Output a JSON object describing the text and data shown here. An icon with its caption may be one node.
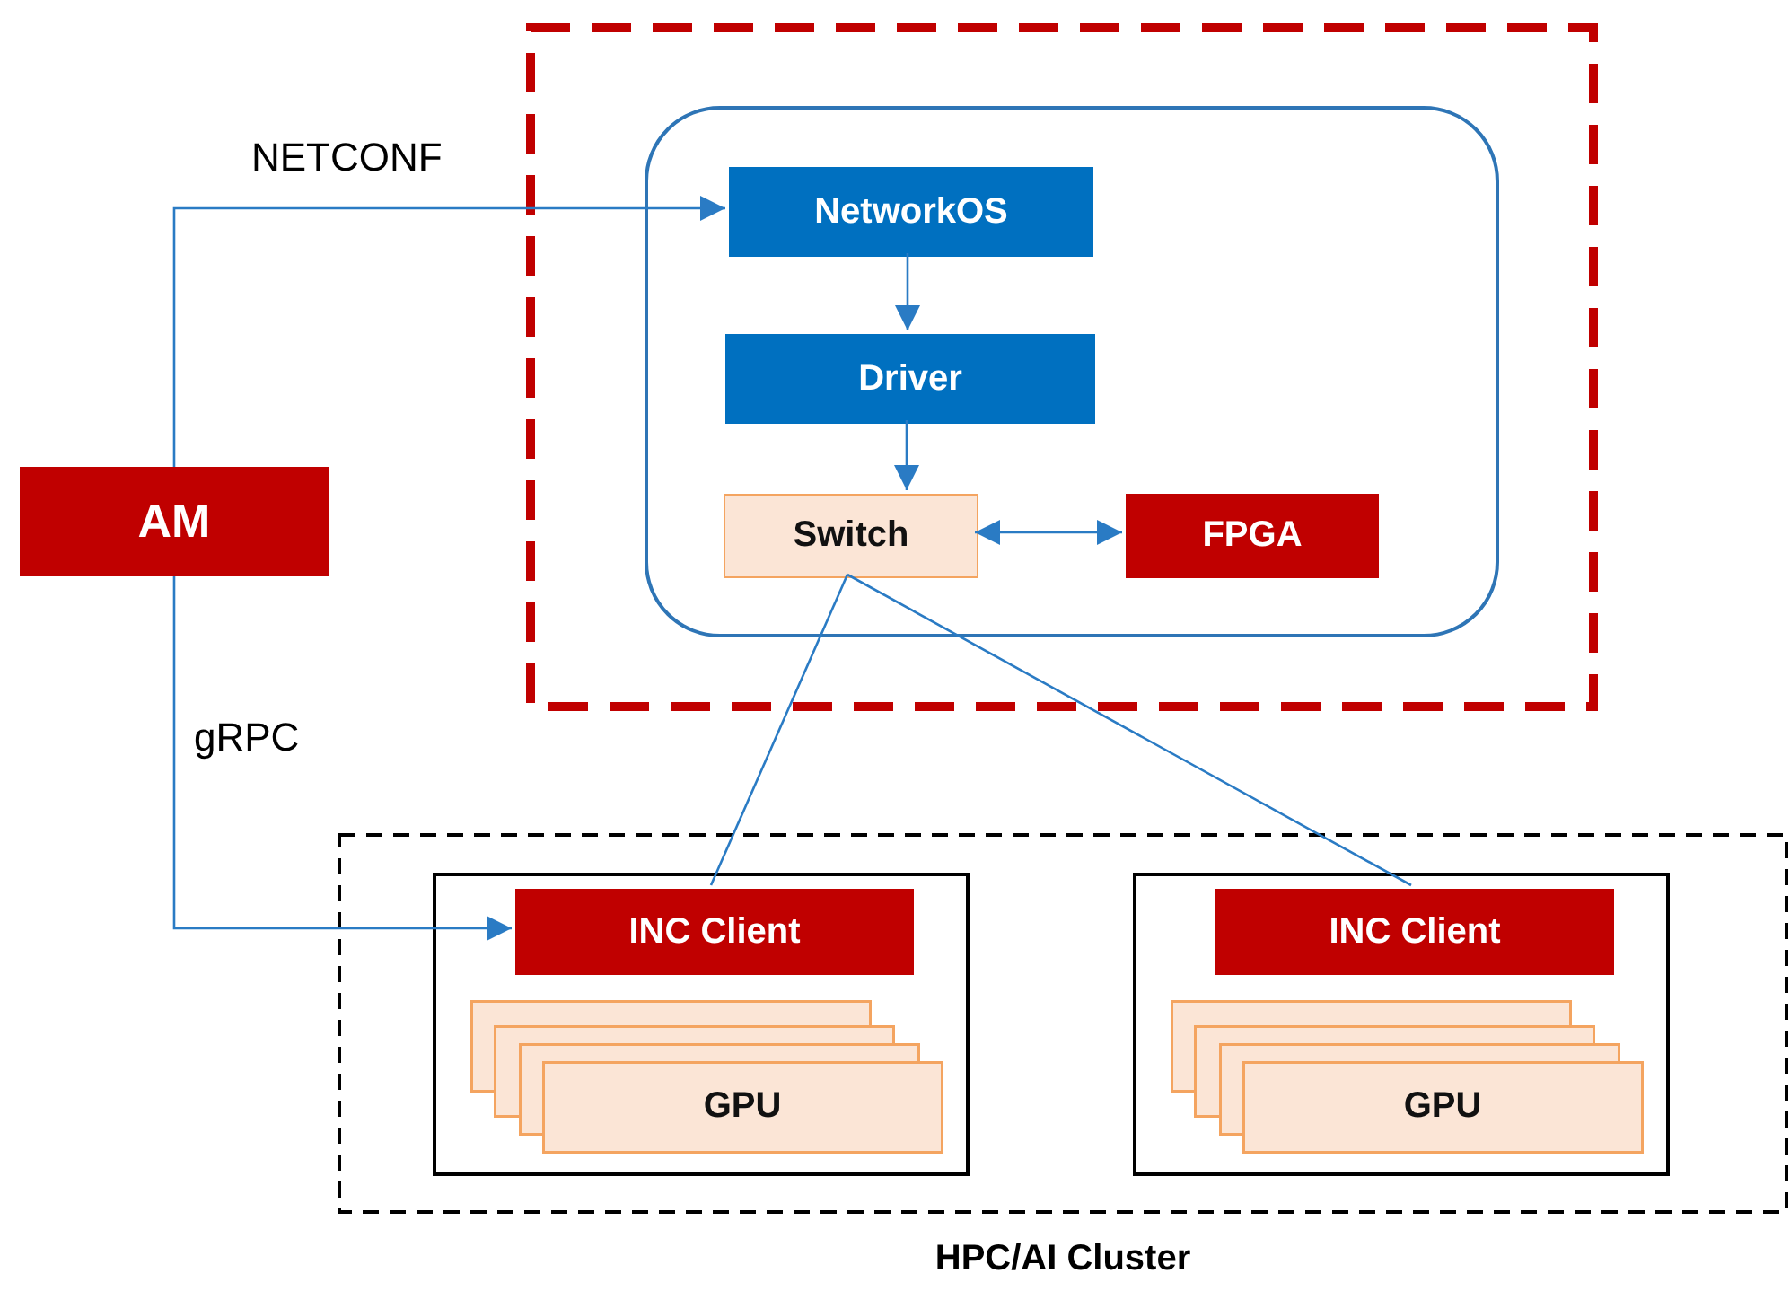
{
  "diagram": {
    "nodes": [
      {
        "text": [],
        "shape": "box"
      },
      {
        "text": [],
        "shape": "box",
        "in": 0
      },
      {
        "text": [
          "NetworkOS"
        ],
        "in": 1
      },
      {
        "text": [
          "Driver"
        ],
        "in": 1
      },
      {
        "text": [
          "Switch"
        ],
        "in": 1
      },
      {
        "text": [
          "FPGA"
        ],
        "in": 1
      },
      {
        "text": [
          "AM"
        ]
      },
      {
        "text": [
          "HPC/AI Cluster"
        ]
      },
      {
        "text": [],
        "shape": "box",
        "in": 7
      },
      {
        "text": [
          "INC Client"
        ],
        "in": 8
      },
      {
        "text": [
          "GPU"
        ],
        "in": 8
      },
      {
        "text": [],
        "shape": "box",
        "in": 7
      },
      {
        "text": [
          "INC Client"
        ],
        "in": 11
      },
      {
        "text": [
          "GPU"
        ],
        "in": 11
      }
    ],
    "edges": [
      {
        "from": 6,
        "to": 2,
        "arrow": "to",
        "label": "NETCONF"
      },
      {
        "from": 6,
        "to": 9,
        "arrow": "to",
        "label": "gRPC"
      },
      {
        "from": 2,
        "to": 3,
        "arrow": "to"
      },
      {
        "from": 3,
        "to": 4,
        "arrow": "to"
      },
      {
        "from": 4,
        "to": 5,
        "arrow": "both"
      },
      {
        "from": 4,
        "to": 9,
        "arrow": "none"
      },
      {
        "from": 4,
        "to": 12,
        "arrow": "none"
      }
    ]
  }
}
